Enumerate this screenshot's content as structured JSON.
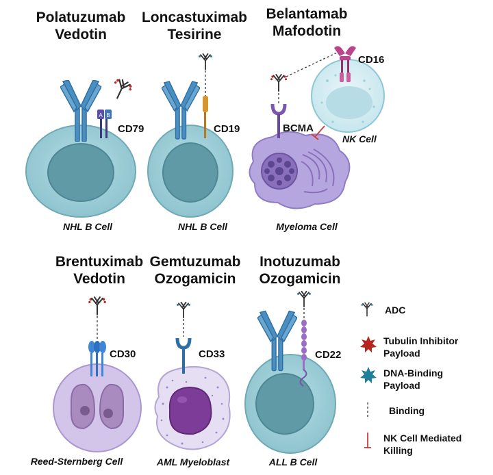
{
  "drugs": [
    {
      "name_line1": "Polatuzumab",
      "name_line2": "Vedotin",
      "target": "CD79",
      "cell": "NHL B Cell"
    },
    {
      "name_line1": "Loncastuximab",
      "name_line2": "Tesirine",
      "target": "CD19",
      "cell": "NHL B Cell"
    },
    {
      "name_line1": "Belantamab",
      "name_line2": "Mafodotin",
      "target": "BCMA",
      "cell": "Myeloma Cell"
    },
    {
      "name_line1": "Brentuximab",
      "name_line2": "Vedotin",
      "target": "CD30",
      "cell": "Reed-Sternberg Cell"
    },
    {
      "name_line1": "Gemtuzumab",
      "name_line2": "Ozogamicin",
      "target": "CD33",
      "cell": "AML Myeloblast"
    },
    {
      "name_line1": "Inotuzumab",
      "name_line2": "Ozogamicin",
      "target": "CD22",
      "cell": "ALL B Cell"
    }
  ],
  "extra": {
    "nk_target": "CD16",
    "nk_cell": "NK Cell",
    "cd79_a": "A",
    "cd79_b": "B"
  },
  "legend": {
    "adc": "ADC",
    "tubulin_line1": "Tubulin Inhibitor",
    "tubulin_line2": "Payload",
    "dna_line1": "DNA-Binding",
    "dna_line2": "Payload",
    "binding": "Binding",
    "nk_line1": "NK Cell Mediated",
    "nk_line2": "Killing"
  },
  "colors": {
    "tubulin_payload": "#b5261e",
    "dna_payload": "#1f7f9a",
    "antibody": "#2f6fa6",
    "b_cell": "#9ecfd8",
    "nucleus": "#5f9aa6",
    "myeloma": "#b6a6df",
    "nk_cell": "#d6eef4",
    "cd16": "#b9468a",
    "cd19": "#d6962e",
    "cd30": "#3f86d6",
    "inhibition": "#d23a3a"
  }
}
